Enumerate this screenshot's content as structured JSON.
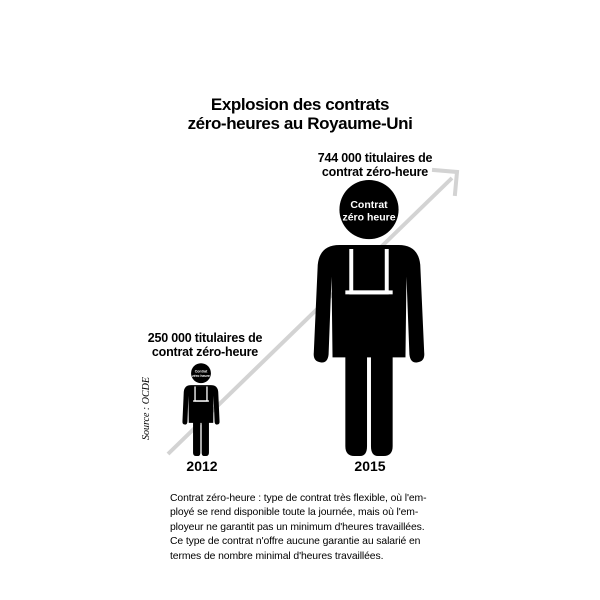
{
  "title": {
    "line1": "Explosion des contrats",
    "line2": "zéro-heures au Royaume-Uni"
  },
  "chart_data": {
    "type": "bar",
    "categories": [
      "2012",
      "2015"
    ],
    "values": [
      250000,
      744000
    ],
    "value_labels": [
      [
        "250 000 titulaires de",
        "contrat zéro-heure"
      ],
      [
        "744 000 titulaires de",
        "contrat zéro-heure"
      ]
    ],
    "badge": [
      "Contrat",
      "zéro heure"
    ],
    "arrow_color": "#d3d3d3",
    "figure_color": "#000000"
  },
  "source": "Source : OCDE",
  "definition": [
    "Contrat zéro-heure : type de contrat très flexible, où l'em-",
    "ployé se rend disponible toute la journée, mais où l'em-",
    "ployeur ne garantit pas un minimum d'heures travaillées.",
    "Ce type de contrat n'offre aucune garantie au salarié en",
    "termes de nombre minimal d'heures travaillées."
  ]
}
